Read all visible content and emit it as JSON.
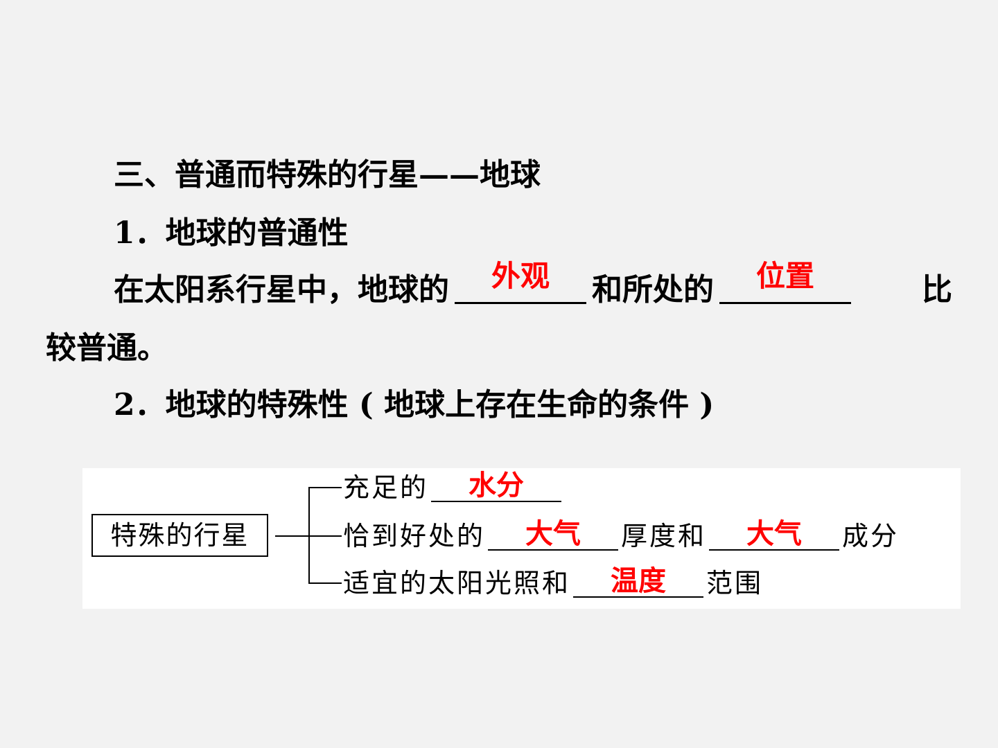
{
  "heading": "三、普通而特殊的行星——地球",
  "section1": {
    "title": "1．地球的普通性",
    "text_before": "在太阳系行星中，地球的",
    "blank1_answer": "外观",
    "text_middle": "和所处的",
    "blank2_answer": "位置",
    "text_after": "比",
    "text_continued": "较普通。"
  },
  "section2": {
    "title": "2．地球的特殊性 ( 地球上存在生命的条件 )"
  },
  "diagram": {
    "root": "特殊的行星",
    "branches": [
      {
        "prefix": "充足的",
        "answer": "水分",
        "suffix": ""
      },
      {
        "prefix": "恰到好处的",
        "answer": "大气",
        "middle": "厚度和",
        "answer2": "大气",
        "suffix": "成分"
      },
      {
        "prefix": "适宜的太阳光照和",
        "answer": "温度",
        "suffix": "范围"
      }
    ]
  },
  "colors": {
    "background": "#f2f2f2",
    "answer": "#ff0000",
    "diagram_background": "#ffffff"
  }
}
